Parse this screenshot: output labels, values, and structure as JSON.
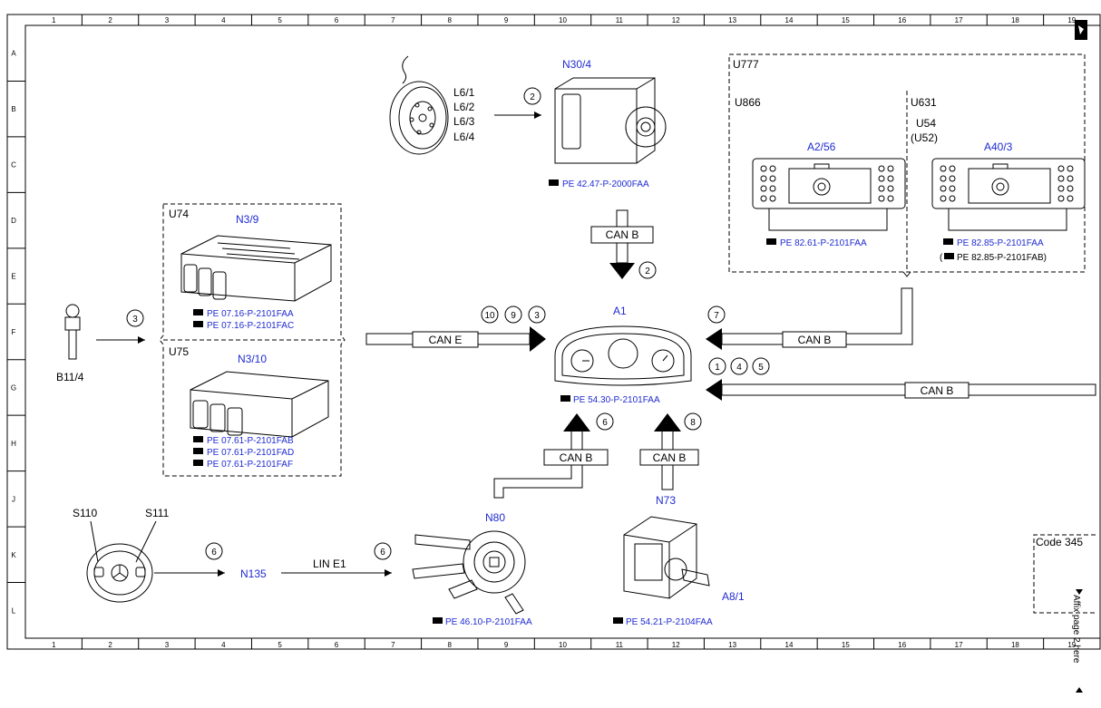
{
  "grid": {
    "columns": [
      "1",
      "2",
      "3",
      "4",
      "5",
      "6",
      "7",
      "8",
      "9",
      "10",
      "11",
      "12",
      "13",
      "14",
      "15",
      "16",
      "17",
      "18",
      "19"
    ],
    "rows": [
      "A",
      "B",
      "C",
      "D",
      "E",
      "F",
      "G",
      "H",
      "J",
      "K",
      "L"
    ]
  },
  "components": {
    "b11_4": "B11/4",
    "l6": [
      "L6/1",
      "L6/2",
      "L6/3",
      "L6/4"
    ],
    "n30_4": "N30/4",
    "n30_4_ref": "PE 42.47-P-2000FAA",
    "u74": "U74",
    "n3_9": "N3/9",
    "n3_9_refs": [
      "PE 07.16-P-2101FAA",
      "PE 07.16-P-2101FAC"
    ],
    "u75": "U75",
    "n3_10": "N3/10",
    "n3_10_refs": [
      "PE 07.61-P-2101FAB",
      "PE 07.61-P-2101FAD",
      "PE 07.61-P-2101FAF"
    ],
    "a1": "A1",
    "a1_ref": "PE 54.30-P-2101FAA",
    "u777": "U777",
    "u866": "U866",
    "u631": "U631",
    "u54": "U54",
    "u52": "(U52)",
    "a2_56": "A2/56",
    "a2_56_ref": "PE 82.61-P-2101FAA",
    "a40_3": "A40/3",
    "a40_3_ref1": "PE 82.85-P-2101FAA",
    "a40_3_ref2_open": "(",
    "a40_3_ref2": "PE 82.85-P-2101FAB)",
    "s110": "S110",
    "s111": "S111",
    "n135": "N135",
    "lin": "LIN E1",
    "n80": "N80",
    "n80_ref": "PE 46.10-P-2101FAA",
    "n73": "N73",
    "a8_1": "A8/1",
    "a8_1_ref": "PE 54.21-P-2104FAA",
    "code": "Code 345",
    "affix": "Affix page 2 here"
  },
  "buses": {
    "can_b": "CAN B",
    "can_e": "CAN E"
  },
  "numbers": {
    "l6_to_n30": "2",
    "n30_to_a1": "2",
    "b11_to_u74": "3",
    "cane": [
      "10",
      "9",
      "3"
    ],
    "u777_to_a1": "7",
    "right_bus": [
      "1",
      "4",
      "5"
    ],
    "n80_to_a1": "6",
    "n73_to_a1": "8",
    "steering_to_n135": "6",
    "n135_to_n80": "6"
  },
  "ref_icon": "reference-pointer-icon"
}
